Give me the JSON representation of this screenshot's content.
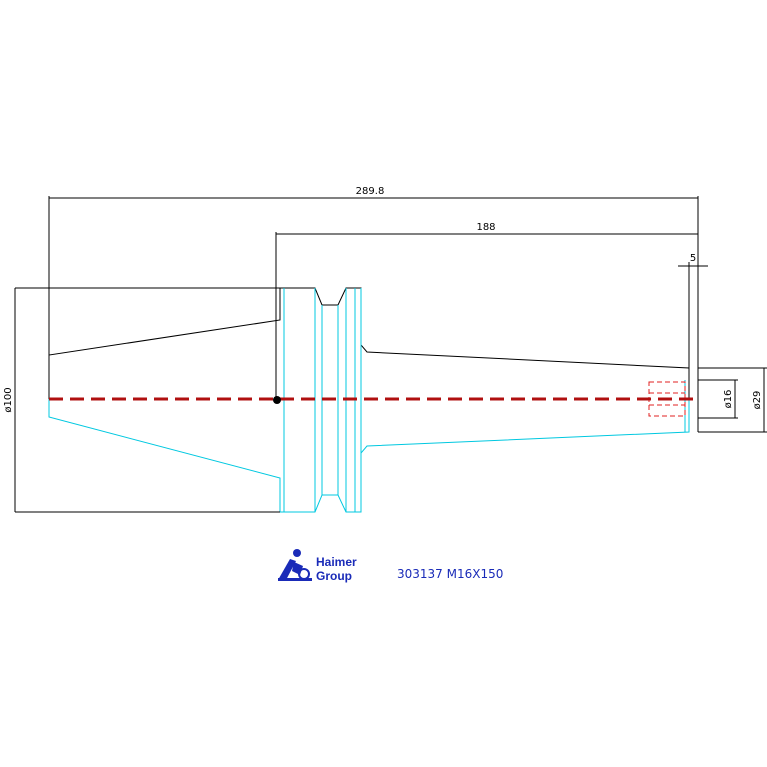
{
  "dimensions": {
    "overall_length": "289.8",
    "projection_length": "188",
    "tip_length": "5",
    "flange_diameter": "ø100",
    "bore_diameter": "ø16",
    "tip_diameter": "ø29"
  },
  "logo": {
    "line1": "Haimer",
    "line2": "Group"
  },
  "part": {
    "label": "303137  M16X150"
  },
  "colors": {
    "outline_top": "#000000",
    "outline_bottom": "#00c8e0",
    "centerline": "#b01010",
    "hidden_bore": "#e02020",
    "logo": "#1a2bb8"
  }
}
